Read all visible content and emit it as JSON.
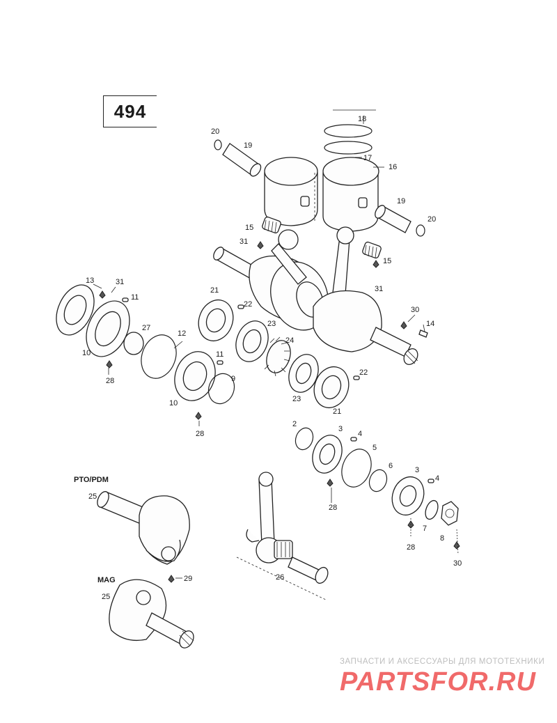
{
  "diagram_number": "494",
  "sections": {
    "pto": "PTO/PDM",
    "mag": "MAG"
  },
  "callouts": [
    "20",
    "19",
    "18",
    "17",
    "16",
    "19",
    "20",
    "15",
    "31",
    "15",
    "31",
    "13",
    "31",
    "11",
    "21",
    "22",
    "23",
    "24",
    "30",
    "14",
    "27",
    "12",
    "10",
    "28",
    "11",
    "9",
    "10",
    "28",
    "22",
    "23",
    "21",
    "2",
    "3",
    "4",
    "5",
    "6",
    "3",
    "4",
    "28",
    "7",
    "8",
    "28",
    "30",
    "25",
    "29",
    "25",
    "26"
  ],
  "watermark": {
    "subtitle": "ЗАПЧАСТИ И АКСЕССУАРЫ ДЛЯ МОТОТЕХНИКИ",
    "logo": "PARTSFOR.RU"
  }
}
